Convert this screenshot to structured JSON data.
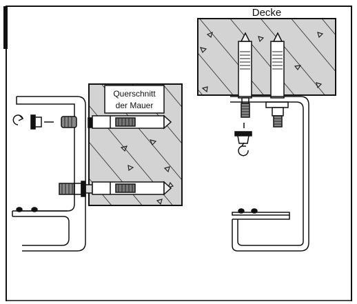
{
  "labels": {
    "ceiling": "Decke",
    "wall_section_line1": "Querschnitt",
    "wall_section_line2": "der Mauer"
  }
}
